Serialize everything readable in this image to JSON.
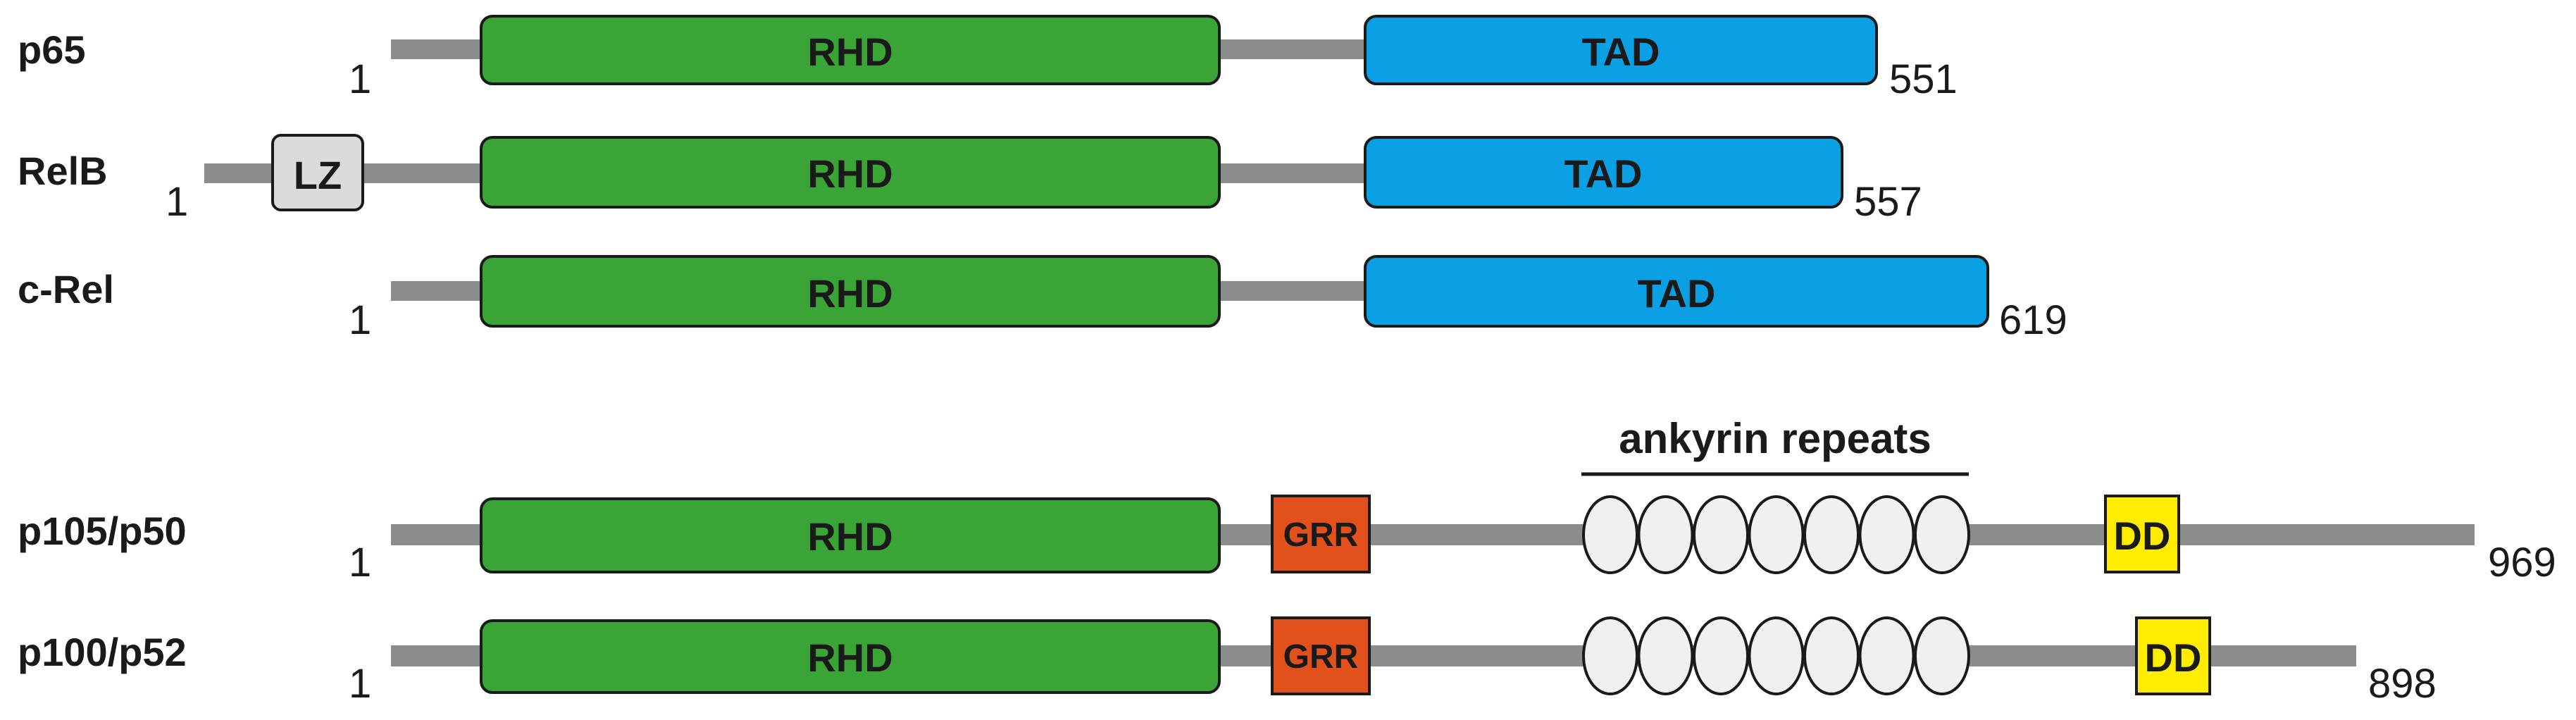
{
  "colors": {
    "backbone": "#8c8c8c",
    "RHD": "#3aa536",
    "TAD": "#0aa0e3",
    "LZ": "#dadbdc",
    "GRR": "#e2501c",
    "DD": "#ffec00",
    "ankyrin": "#f0f0f0",
    "outline": "#1a1a1a"
  },
  "ankyrin_title": "ankyrin repeats",
  "proteins": [
    {
      "name": "p65",
      "start": "1",
      "end": "551",
      "domains": [
        {
          "type": "RHD",
          "label": "RHD"
        },
        {
          "type": "TAD",
          "label": "TAD"
        }
      ]
    },
    {
      "name": "RelB",
      "start": "1",
      "end": "557",
      "domains": [
        {
          "type": "LZ",
          "label": "LZ"
        },
        {
          "type": "RHD",
          "label": "RHD"
        },
        {
          "type": "TAD",
          "label": "TAD"
        }
      ]
    },
    {
      "name": "c-Rel",
      "start": "1",
      "end": "619",
      "domains": [
        {
          "type": "RHD",
          "label": "RHD"
        },
        {
          "type": "TAD",
          "label": "TAD"
        }
      ]
    },
    {
      "name": "p105/p50",
      "start": "1",
      "end": "969",
      "domains": [
        {
          "type": "RHD",
          "label": "RHD"
        },
        {
          "type": "GRR",
          "label": "GRR"
        },
        {
          "type": "ankyrin",
          "label": "",
          "count": 7
        },
        {
          "type": "DD",
          "label": "DD"
        }
      ]
    },
    {
      "name": "p100/p52",
      "start": "1",
      "end": "898",
      "domains": [
        {
          "type": "RHD",
          "label": "RHD"
        },
        {
          "type": "GRR",
          "label": "GRR"
        },
        {
          "type": "ankyrin",
          "label": "",
          "count": 7
        },
        {
          "type": "DD",
          "label": "DD"
        }
      ]
    }
  ]
}
